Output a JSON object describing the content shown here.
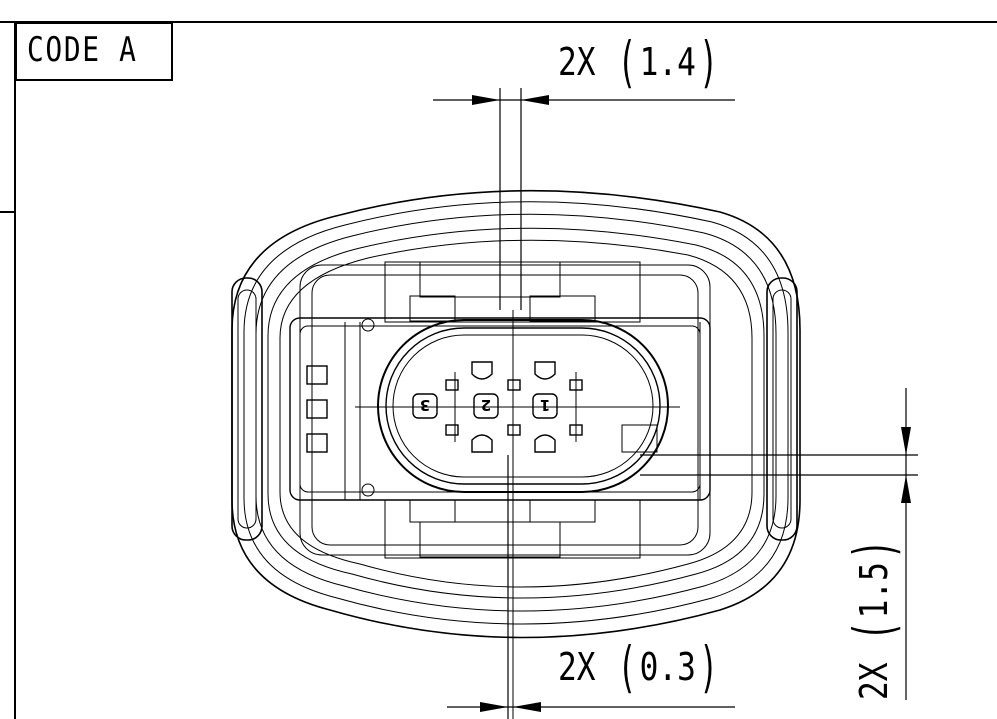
{
  "code_label": "CODE A",
  "dimensions": {
    "top": {
      "count": "2X",
      "value": "1.4"
    },
    "bottom": {
      "count": "2X",
      "value": "0.3"
    },
    "right": {
      "count": "2X",
      "value": "1.5"
    }
  },
  "pins": [
    {
      "label": "1"
    },
    {
      "label": "2"
    },
    {
      "label": "3"
    }
  ],
  "colors": {
    "line": "#000000",
    "background": "#ffffff"
  }
}
